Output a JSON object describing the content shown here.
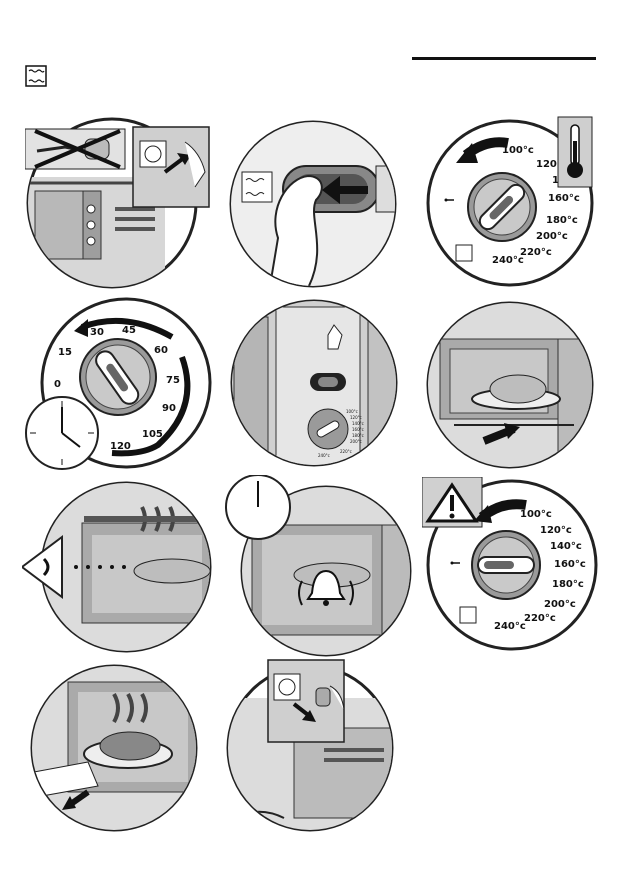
{
  "dial_temperature": {
    "marks": [
      "100°c",
      "120",
      "1",
      "160°c",
      "180°c",
      "200°c",
      "220°c",
      "240°c"
    ]
  },
  "dial_timer": {
    "marks": [
      "15",
      "30",
      "45",
      "60",
      "75",
      "90",
      "105",
      "120",
      "0"
    ]
  },
  "dial_off": {
    "marks": [
      "100°c",
      "120°c",
      "140°c",
      "160°c",
      "180°c",
      "200°c",
      "220°c",
      "240°c"
    ]
  },
  "panel_dial_small": {
    "marks": [
      "100°c",
      "120°c",
      "140°c",
      "160°c",
      "180°c",
      "200°c",
      "220°c",
      "240°c"
    ]
  },
  "icons": {
    "top": "oven-mode-icon",
    "thermometer": "thermometer-icon",
    "warning": "warning-icon",
    "clock": "clock-icon",
    "bell": "bell-icon",
    "eye": "eye-icon",
    "plug": "plug-icon",
    "socket": "socket-icon"
  }
}
